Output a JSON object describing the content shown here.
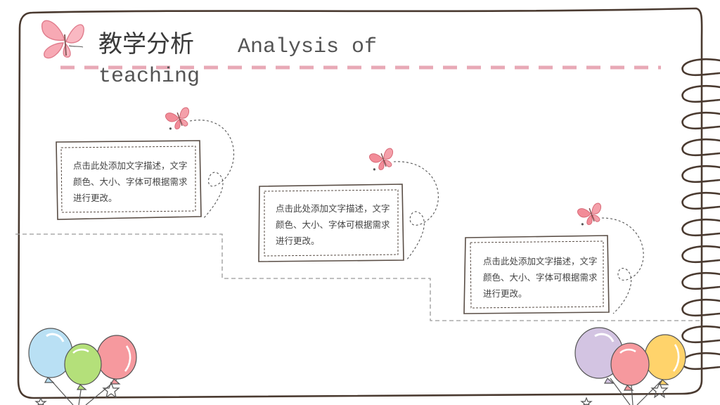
{
  "header": {
    "title_cn": "教学分析",
    "title_en": "Analysis of teaching"
  },
  "cards": [
    {
      "text": "点击此处添加文字描述，文字颜色、大小、字体可根据需求进行更改。"
    },
    {
      "text": "点击此处添加文字描述，文字颜色、大小、字体可根据需求进行更改。"
    },
    {
      "text": "点击此处添加文字描述，文字颜色、大小、字体可根据需求进行更改。"
    }
  ],
  "colors": {
    "notebook_border": "#4a3a30",
    "accent_pink": "#e8a9b6",
    "butterfly_pink": "#f28c98",
    "balloon_blue": "#b9e0f4",
    "balloon_green": "#b4e07a",
    "balloon_red": "#f6999e",
    "balloon_purple": "#d3c4e2",
    "balloon_yellow": "#ffd36b",
    "text_dark": "#3a3a3a"
  },
  "decorations": {
    "butterfly": "butterfly-icon",
    "balloon": "balloon-icon",
    "star": "star-icon",
    "spiral_rings": 12
  }
}
